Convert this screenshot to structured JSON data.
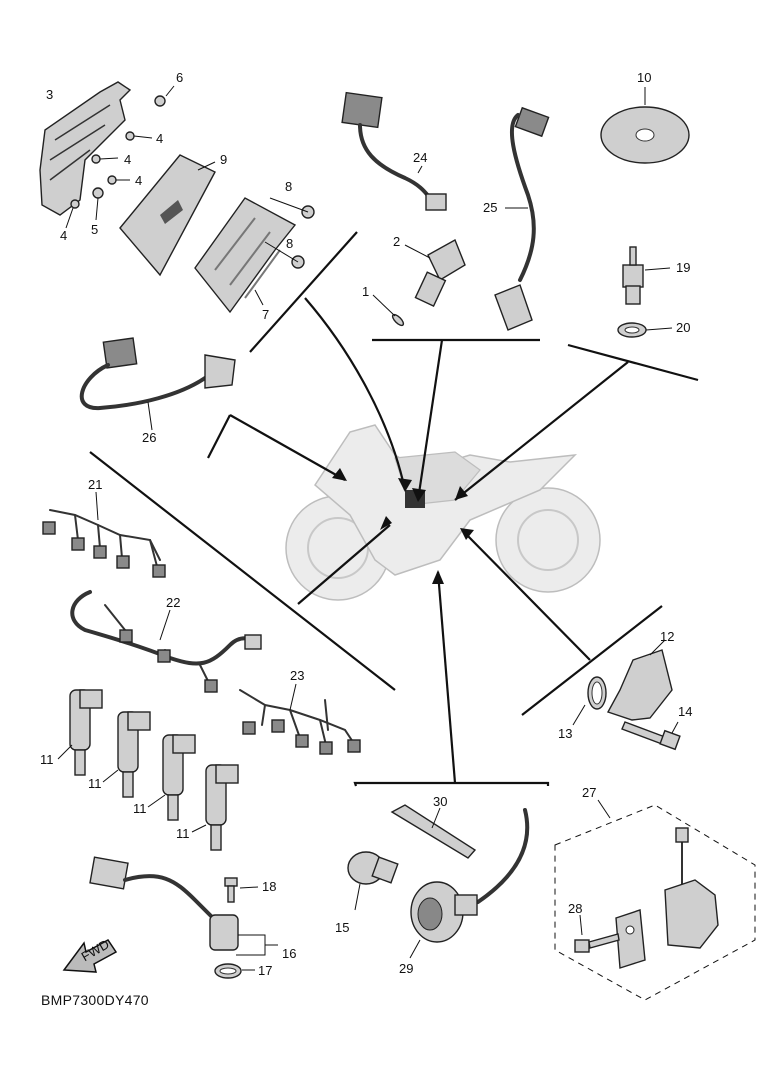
{
  "diagram_code": "BMP7300DY470",
  "fwd_label": "FWD",
  "labels": {
    "p1": "1",
    "p2": "2",
    "p3": "3",
    "p4a": "4",
    "p4b": "4",
    "p4c": "4",
    "p4d": "4",
    "p5": "5",
    "p6": "6",
    "p7": "7",
    "p8a": "8",
    "p8b": "8",
    "p9": "9",
    "p10": "10",
    "p11a": "11",
    "p11b": "11",
    "p11c": "11",
    "p11d": "11",
    "p12": "12",
    "p13": "13",
    "p14": "14",
    "p15": "15",
    "p16": "16",
    "p17": "17",
    "p18": "18",
    "p19": "19",
    "p20": "20",
    "p21": "21",
    "p22": "22",
    "p23": "23",
    "p24": "24",
    "p25": "25",
    "p26": "26",
    "p27": "27",
    "p28": "28",
    "p29": "29",
    "p30": "30"
  },
  "colors": {
    "ink": "#111111",
    "part_fill": "#cfcfcf",
    "bike_fill": "#ececec"
  }
}
